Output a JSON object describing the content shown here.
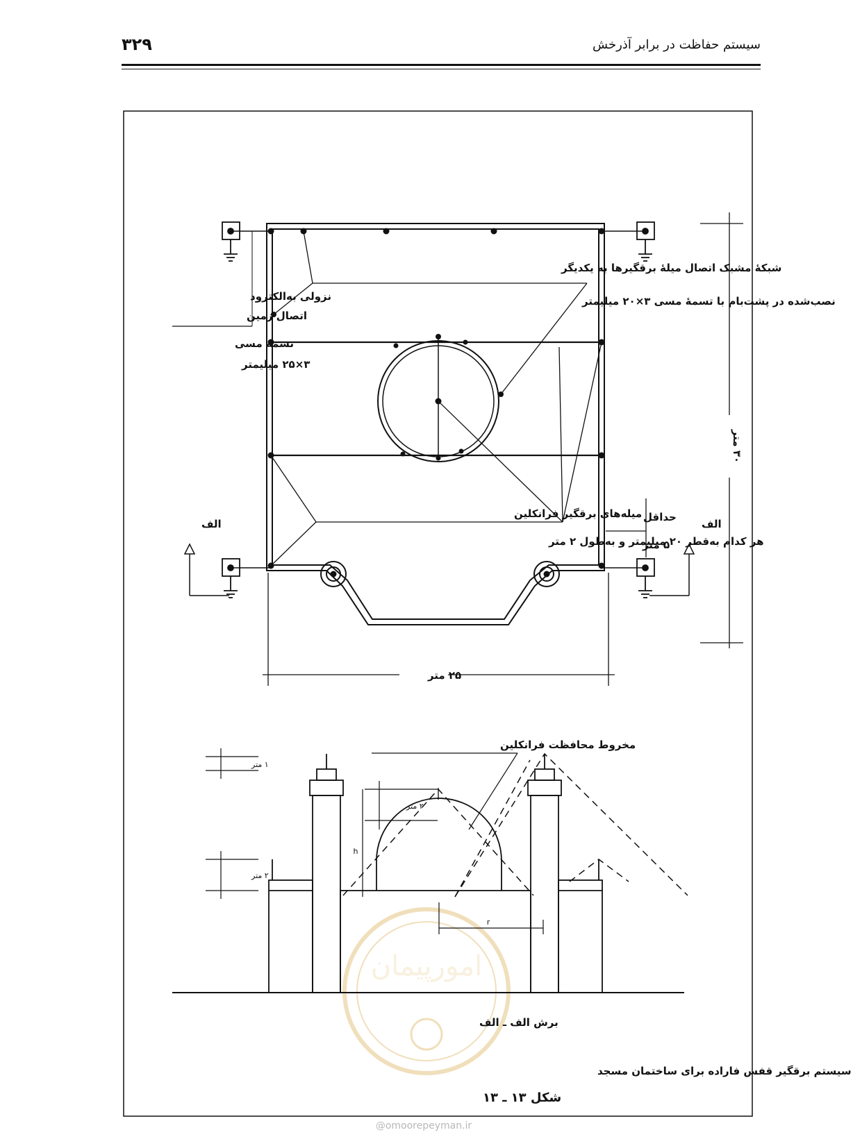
{
  "header": {
    "title": "سیستم حفاظت در برابر آذرخش",
    "page_number": "۳۲۹"
  },
  "plan": {
    "mesh_label_1": "شبکهٔ مشبک اتصال میلهٔ برقگیرها به یکدیگر",
    "mesh_label_2": "نصب‌شده در پشت‌بام با تسمهٔ مسی ۳×۲۰ میلیمتر",
    "down_label_1": "نزولی به‌الکترود",
    "down_label_2": "اتصال زمین",
    "strip_label_1": "تسمهٔ مسی",
    "strip_label_2": "۳×۲۵ میلیمتر",
    "rods_label_1": "میله‌های برقگیر فرانکلین",
    "rods_label_2": "هر کدام به‌قطر ۲۰ میلیمتر و به‌طول ۲ متر",
    "min_label_1": "حداقل",
    "min_label_2": "۵ متر",
    "height_dim": "۳۰ متر",
    "width_dim": "۲۵ متر",
    "section_mark_left": "الف",
    "section_mark_right": "الف"
  },
  "section": {
    "cone_label": "مخروط محافظت فرانکلین",
    "dim_1m": "۱ متر",
    "dim_2m_left": "۲ متر",
    "dim_2m_dome": "۲ متر",
    "h_label": "h",
    "r_label": "r",
    "section_title": "برش الف ـ الف"
  },
  "caption": {
    "title": "نمونه و روش نصب سیستم برقگیر قفس فاراده برای ساختمان مسجد",
    "figure_number": "شکل ۱۳ ـ ۱۳"
  },
  "watermark": {
    "text": "امورپیمان",
    "footer": "@omoorepeyman.ir"
  }
}
